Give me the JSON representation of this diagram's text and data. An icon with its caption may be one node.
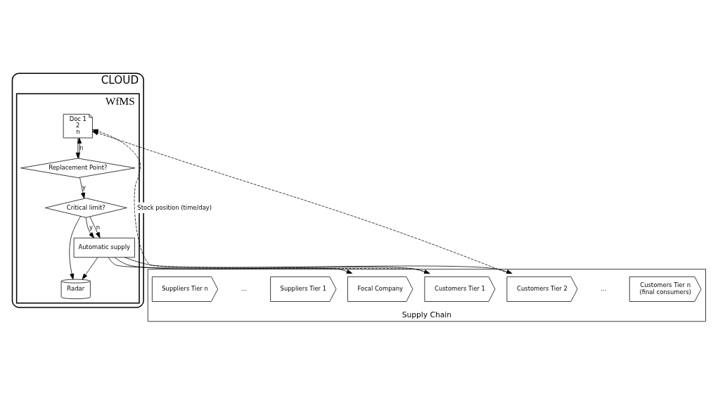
{
  "diagram": {
    "nodes": [
      {
        "text": [
          "CLOUD"
        ]
      },
      {
        "text": [
          "WfMS"
        ],
        "in": 0
      },
      {
        "text": [
          "Doc 1",
          "2",
          "n"
        ],
        "in": 1
      },
      {
        "text": [
          "Replacement Point?"
        ],
        "in": 1
      },
      {
        "text": [
          "Critical limit?"
        ],
        "in": 1
      },
      {
        "text": [
          "Automatic supply"
        ],
        "in": 1
      },
      {
        "text": [
          "Radar"
        ],
        "in": 1
      },
      {
        "text": [
          "Supply Chain"
        ]
      },
      {
        "text": [
          "Suppliers Tier n"
        ],
        "in": 7
      },
      {
        "text": [
          "Suppliers Tier 1"
        ],
        "in": 7
      },
      {
        "text": [
          "Focal Company"
        ],
        "in": 7
      },
      {
        "text": [
          "Customers Tier 1"
        ],
        "in": 7
      },
      {
        "text": [
          "Customers Tier 2"
        ],
        "in": 7
      },
      {
        "text": [
          "Customers Tier n",
          "(final consumers)"
        ],
        "in": 7
      }
    ],
    "edges": [
      {
        "from": 2,
        "to": 3,
        "arrow": "to"
      },
      {
        "from": 3,
        "to": 2,
        "arrow": "to",
        "label": "n"
      },
      {
        "from": 3,
        "to": 4,
        "arrow": "to",
        "label": "y"
      },
      {
        "from": 4,
        "to": 5,
        "arrow": "to",
        "label": "n"
      },
      {
        "from": 4,
        "to": 5,
        "arrow": "to",
        "label": "y"
      },
      {
        "from": 4,
        "to": 6,
        "arrow": "to"
      },
      {
        "from": 5,
        "to": 6,
        "arrow": "to"
      },
      {
        "from": 5,
        "to": 10,
        "arrow": "to"
      },
      {
        "from": 5,
        "to": 11,
        "arrow": "to"
      },
      {
        "from": 5,
        "to": 12,
        "arrow": "to"
      },
      {
        "from": 11,
        "to": 2,
        "arrow": "to",
        "style": "dashed",
        "label": "Stock position (time/day)"
      },
      {
        "from": 12,
        "to": 2,
        "arrow": "to",
        "style": "dashed"
      }
    ],
    "labels": [
      "...",
      "..."
    ]
  }
}
